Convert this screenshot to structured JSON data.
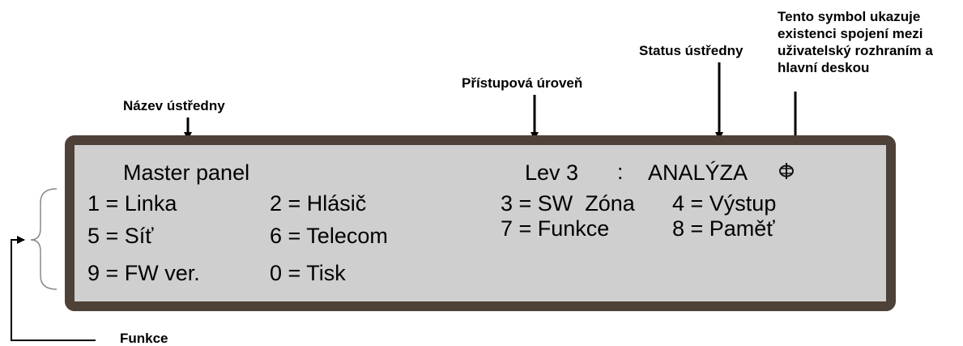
{
  "annotations": {
    "panel_name": "Název ústředny",
    "access_level": "Přístupová úroveň",
    "status": "Status ústředny",
    "connection_symbol": [
      "Tento symbol ukazuje",
      "existenci spojení mezi",
      "uživatelský rozhraním a",
      "hlavní deskou"
    ],
    "functions": "Funkce"
  },
  "display": {
    "panel_name": "Master panel",
    "level": "Lev 3",
    "separator": ":",
    "status": "ANALÝZA",
    "connection_icon": "connection-icon",
    "menu": {
      "m1": "1 = Linka",
      "m2": "2 = Hlásič",
      "m3": "3 = SW  Zóna",
      "m4": "4 = Výstup",
      "m5": "5 = Síť",
      "m6": "6 = Telecom",
      "m7": "7 = Funkce",
      "m8": "8 = Paměť",
      "m9": "9 = FW ver.",
      "m0": "0 = Tisk"
    }
  },
  "colors": {
    "frame": "#4e4138",
    "screen": "#cfcfcf"
  }
}
